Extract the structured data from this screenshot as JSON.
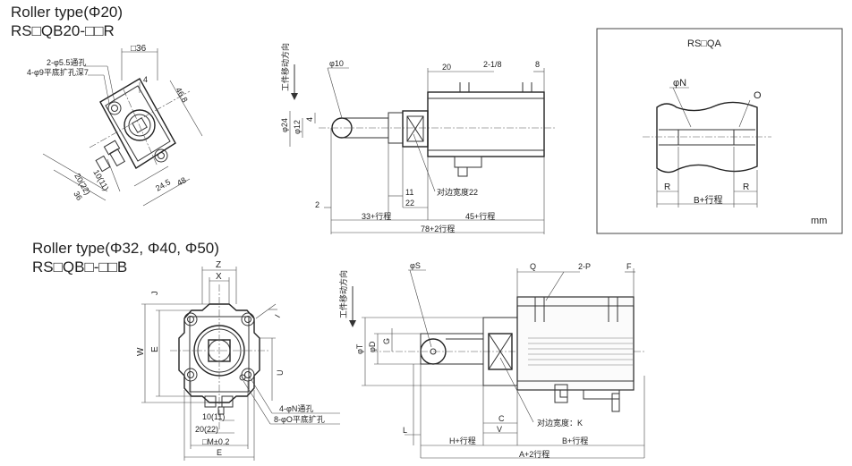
{
  "section_small": {
    "title": "Roller type(Φ20)",
    "model": "RS□QB20-□□R",
    "front": {
      "square": "□36",
      "hole_note_1": "2-φ5.5通孔",
      "hole_note_2": "4-φ9平底扩孔深7",
      "dim_4": "4",
      "dim_46_8": "46.8",
      "dim_24_5": "24.5",
      "dim_48": "48",
      "dim_20_22": "20(22)",
      "dim_10_11": "10(11)",
      "dim_36": "36"
    },
    "side": {
      "direction": "工件移动方向",
      "phi10": "φ10",
      "phi24": "φ24",
      "phi12": "φ12",
      "dim_4": "4",
      "dim_20": "20",
      "dim_2_1_8": "2-1/8",
      "dim_8": "8",
      "dim_2": "2",
      "dim_11": "11",
      "dim_22": "22",
      "across_flats": "对边宽度22",
      "dim_33": "33+行程",
      "dim_45": "45+行程",
      "dim_78": "78+2行程"
    }
  },
  "section_large": {
    "title": "Roller type(Φ32, Φ40, Φ50)",
    "model": "RS□QB□-□□B",
    "front": {
      "Z": "Z",
      "X": "X",
      "J": "J",
      "W": "W",
      "E": "E",
      "I": "I",
      "U": "U",
      "dim_10_11": "10(11)",
      "dim_20_22": "20(22)",
      "M": "□M±0.2",
      "E_bottom": "E",
      "note_1": "4-φN通孔",
      "note_2": "8-φO平底扩孔"
    },
    "side": {
      "direction": "工件移动方向",
      "S": "φS",
      "T": "φT",
      "D": "φD",
      "G": "G",
      "Q": "Q",
      "P": "2-P",
      "F": "F",
      "C": "C",
      "V": "V",
      "L": "L",
      "across_flats": "对边宽度：K",
      "H": "H+行程",
      "B": "B+行程",
      "A": "A+2行程"
    }
  },
  "inset": {
    "title": "RS□QA",
    "N": "φN",
    "O": "O",
    "R_left": "R",
    "R_right": "R",
    "B": "B+行程",
    "unit": "mm"
  }
}
